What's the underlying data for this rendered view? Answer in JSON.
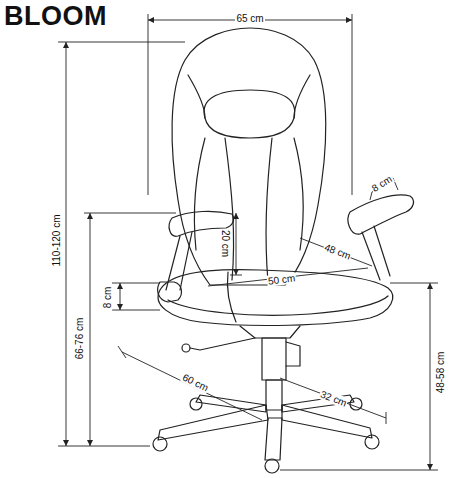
{
  "diagram": {
    "title": "BLOOM",
    "labels": [
      "65 cm",
      "8 cm",
      "20 cm",
      "48 cm",
      "50 cm",
      "110-120 cm",
      "66-76 cm",
      "8 cm",
      "48-58 cm",
      "60 cm",
      "32 cm"
    ]
  }
}
